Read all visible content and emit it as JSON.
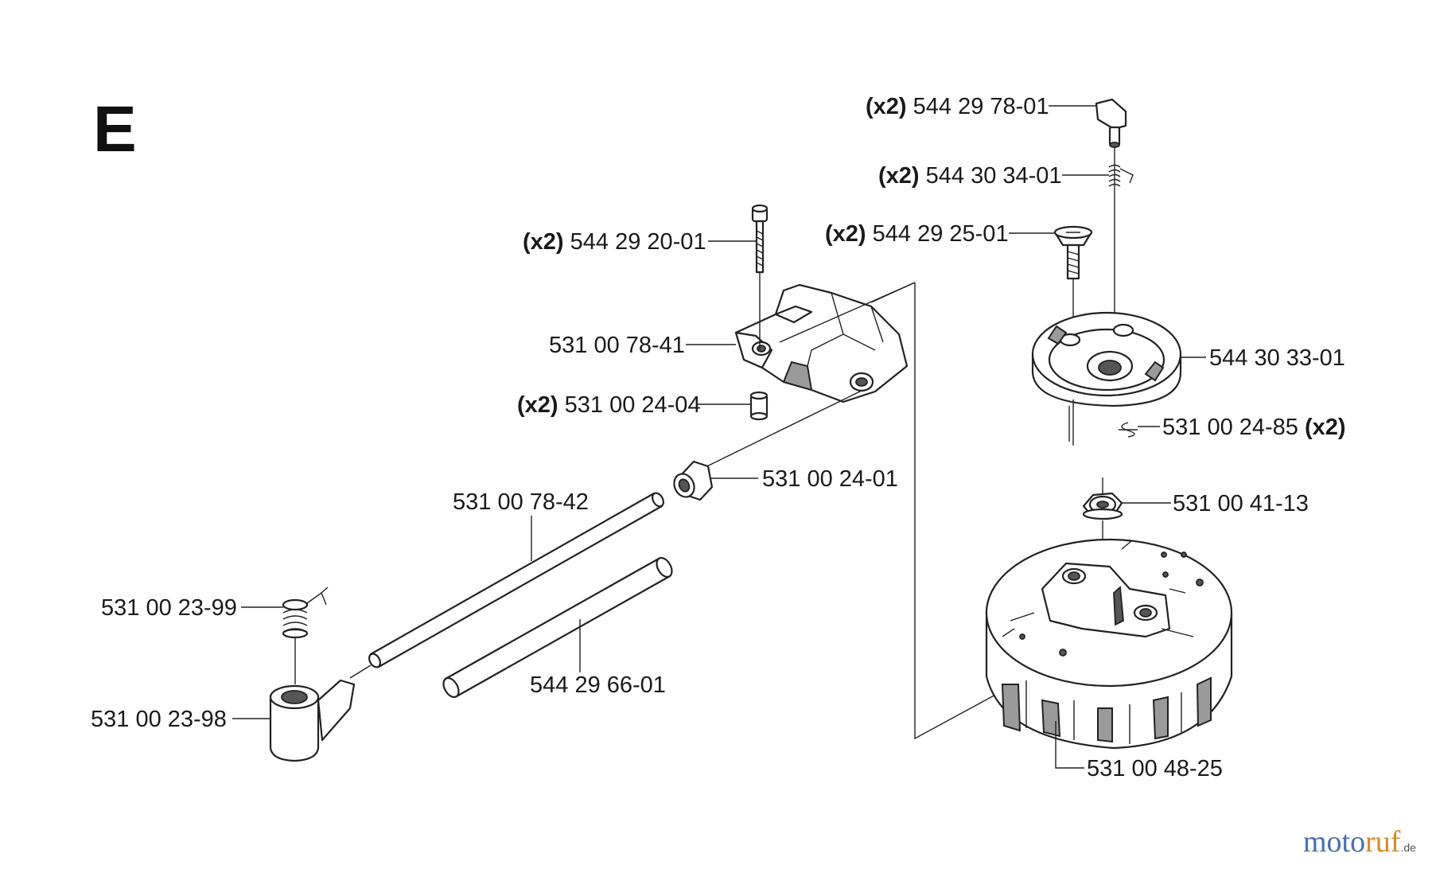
{
  "section_letter": "E",
  "callouts": [
    {
      "id": "p1",
      "qty": "(x2)",
      "qty_pos": "before",
      "part": "544 29 78-01"
    },
    {
      "id": "p2",
      "qty": "(x2)",
      "qty_pos": "before",
      "part": "544 30 34-01"
    },
    {
      "id": "p3",
      "qty": "(x2)",
      "qty_pos": "before",
      "part": "544 29 25-01"
    },
    {
      "id": "p4",
      "qty": "(x2)",
      "qty_pos": "before",
      "part": "544 29 20-01"
    },
    {
      "id": "p5",
      "qty": "",
      "qty_pos": "",
      "part": "531 00 78-41"
    },
    {
      "id": "p6",
      "qty": "",
      "qty_pos": "",
      "part": "544 30 33-01"
    },
    {
      "id": "p7",
      "qty": "(x2)",
      "qty_pos": "before",
      "part": "531 00 24-04"
    },
    {
      "id": "p8",
      "qty": "(x2)",
      "qty_pos": "after",
      "part": "531 00 24-85"
    },
    {
      "id": "p9",
      "qty": "",
      "qty_pos": "",
      "part": "531 00 24-01"
    },
    {
      "id": "p10",
      "qty": "",
      "qty_pos": "",
      "part": "531 00 78-42"
    },
    {
      "id": "p11",
      "qty": "",
      "qty_pos": "",
      "part": "531 00 41-13"
    },
    {
      "id": "p12",
      "qty": "",
      "qty_pos": "",
      "part": "531 00 23-99"
    },
    {
      "id": "p13",
      "qty": "",
      "qty_pos": "",
      "part": "544 29 66-01"
    },
    {
      "id": "p14",
      "qty": "",
      "qty_pos": "",
      "part": "531 00 23-98"
    },
    {
      "id": "p15",
      "qty": "",
      "qty_pos": "",
      "part": "531 00 48-25"
    }
  ],
  "watermark": {
    "part1": "moto",
    "part2": "ruf",
    "suffix": ".de"
  },
  "colors": {
    "ink": "#1a1a1a",
    "watermark_blue": "#4a6fb0",
    "watermark_orange": "#d58a2a"
  }
}
